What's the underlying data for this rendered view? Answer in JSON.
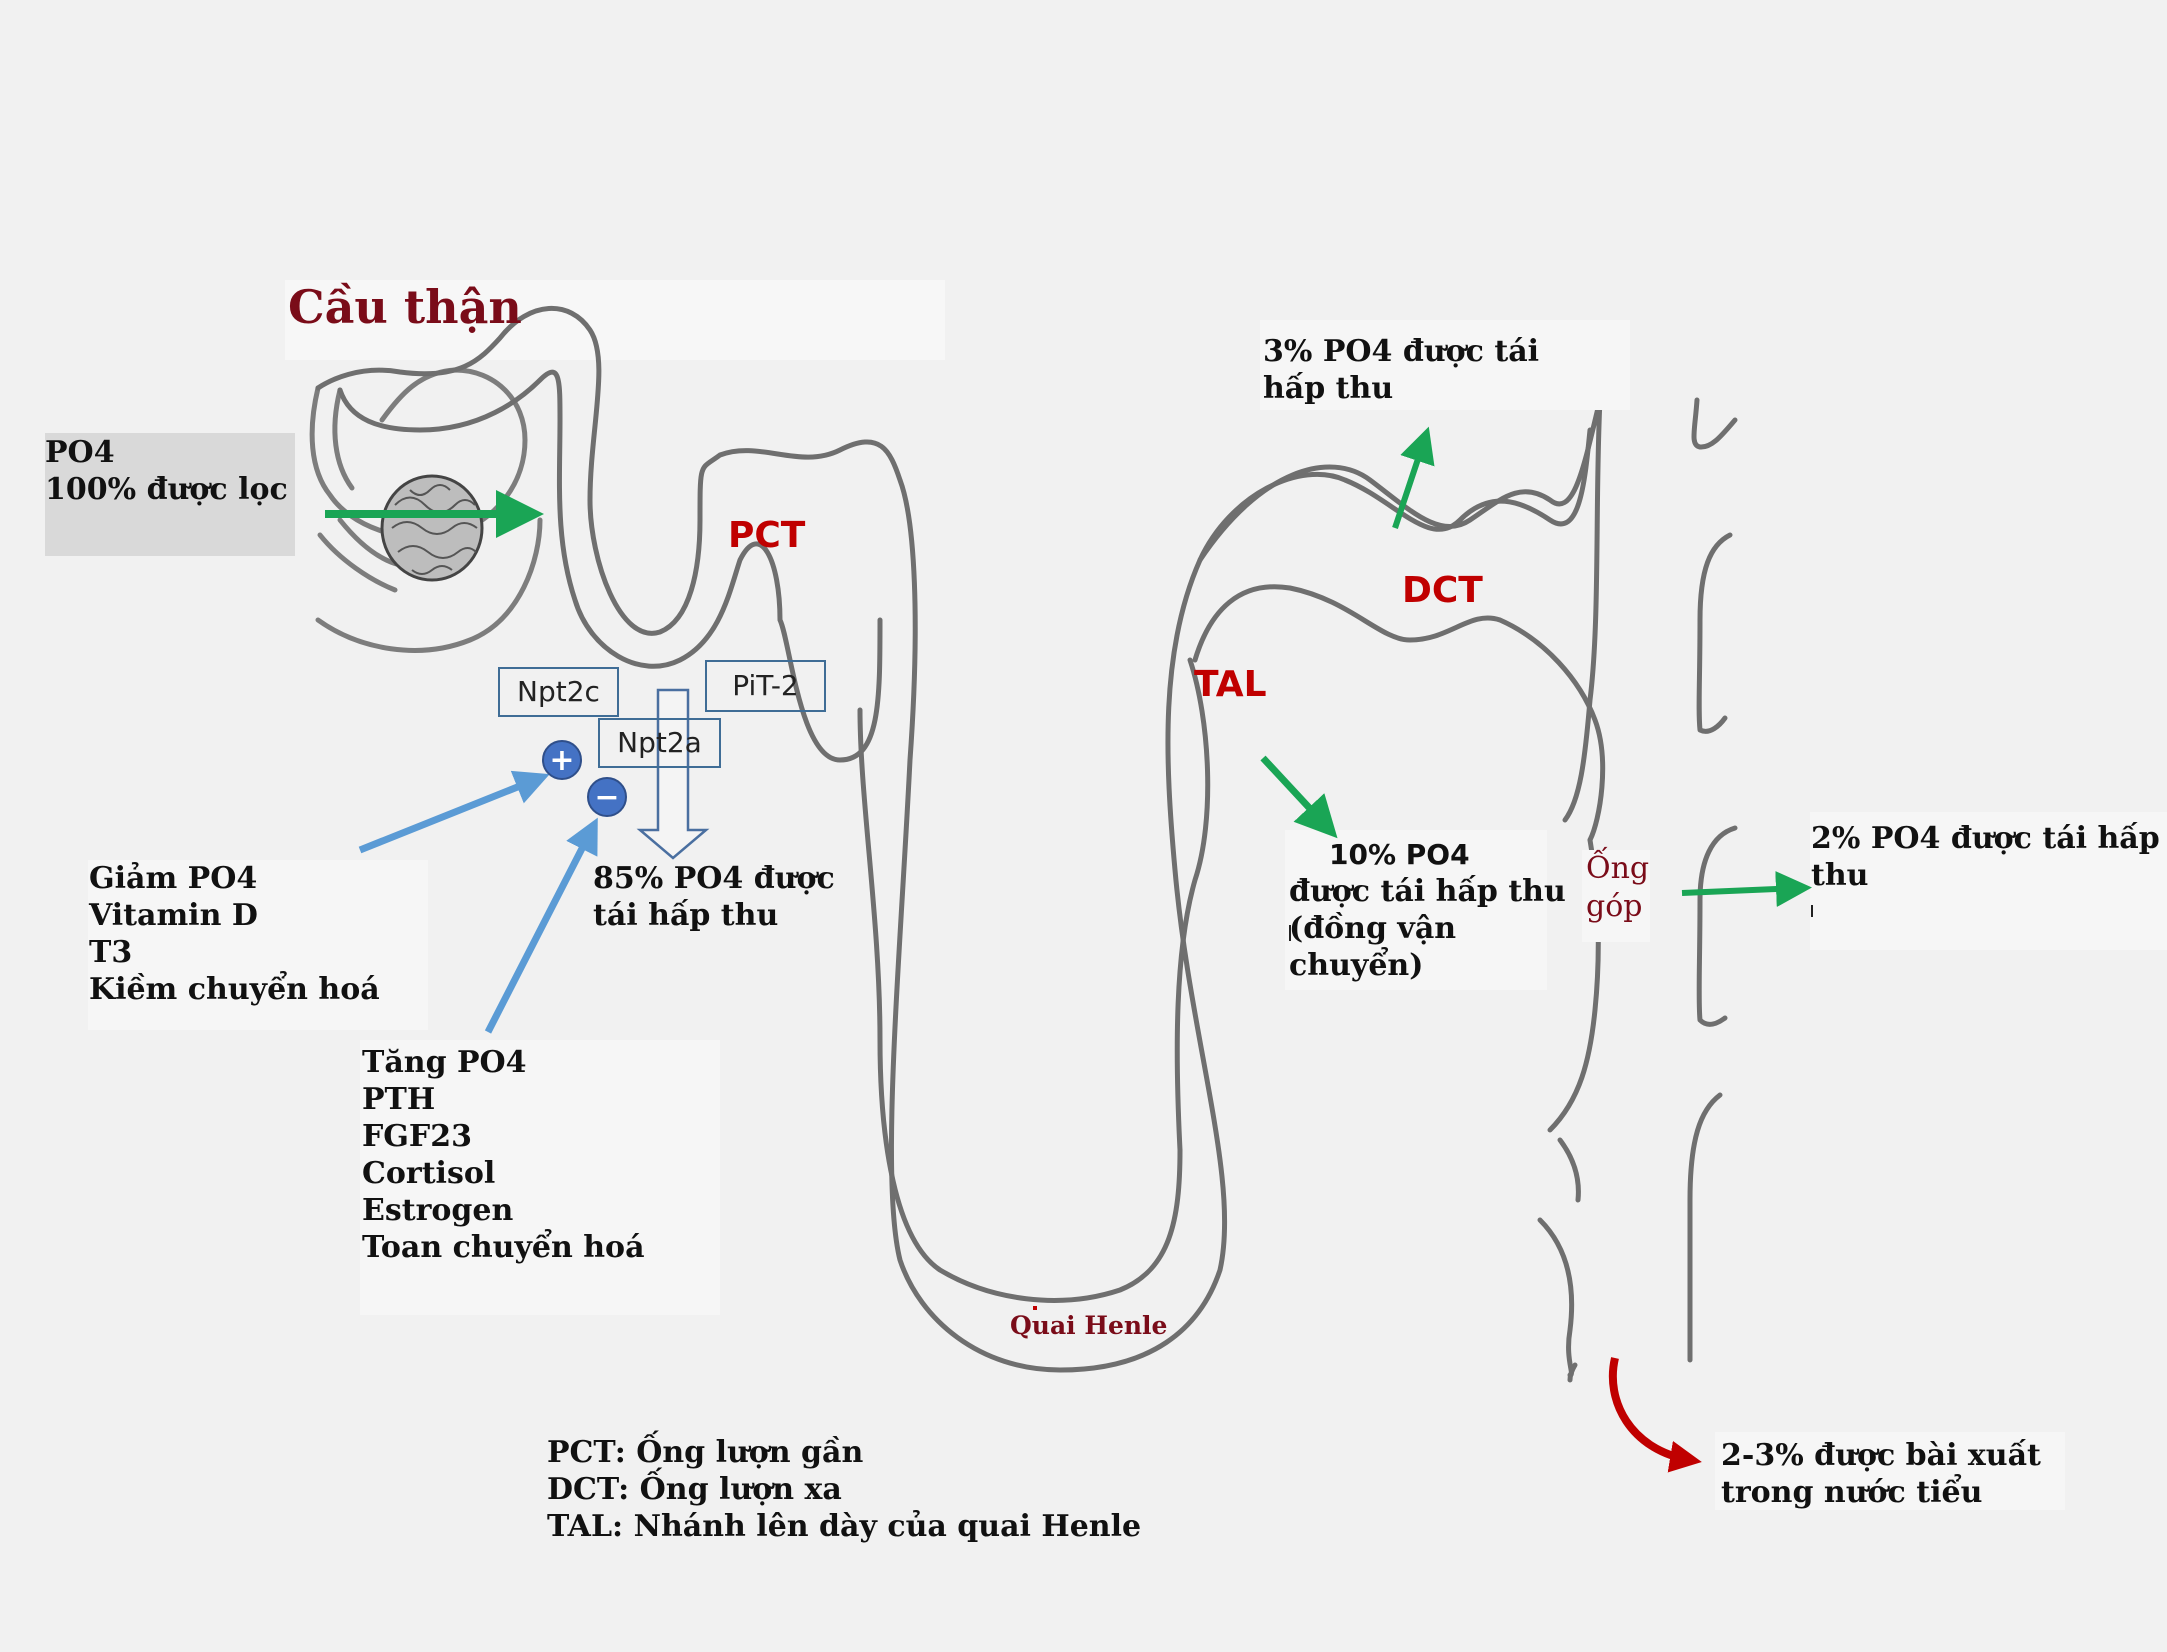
{
  "title": "Cầu thận",
  "filtered": {
    "line1": "PO4",
    "line2": "100% được lọc"
  },
  "segments": {
    "pct": "PCT",
    "dct": "DCT",
    "tal": "TAL",
    "loop": "Quai Henle",
    "collecting_line1": "Ống",
    "collecting_line2": "góp"
  },
  "transporters": {
    "npt2c": "Npt2c",
    "pit2": "PiT-2",
    "npt2a": "Npt2a"
  },
  "symbols": {
    "plus": "+",
    "minus": "−"
  },
  "pct_reabsorption": {
    "line1": "85% PO4 được",
    "line2": "tái hấp thu"
  },
  "increase_factors": [
    "Giảm PO4",
    "Vitamin D",
    "T3",
    "Kiềm chuyển hoá"
  ],
  "decrease_factors": [
    "Tăng PO4",
    "PTH",
    "FGF23",
    "Cortisol",
    "Estrogen",
    "Toan chuyển hoá"
  ],
  "dct_reabsorption": {
    "line1": "3% PO4 được tái",
    "line2": "hấp thu"
  },
  "tal_reabsorption": {
    "line1": "10% PO4",
    "line2": "được tái hấp thu",
    "line3": "(đồng vận",
    "line4": "chuyển)"
  },
  "collecting_reabsorption": {
    "line1": "2% PO4 được tái hấp",
    "line2": "thu"
  },
  "excretion": {
    "line1": "2-3% được bài xuất",
    "line2": "trong nước tiểu"
  },
  "legend": [
    "PCT: Ống lượn gần",
    "DCT: Ống lượn xa",
    "TAL: Nhánh lên dày của quai Henle"
  ],
  "colors": {
    "green_arrow": "#1aa555",
    "blue_arrow": "#5b9bd5",
    "red_arrow": "#c00000",
    "title": "#7a0c19",
    "segment_label": "#c00000",
    "transporter_border": "#3f6d96"
  },
  "icons": [
    "right-arrow-icon",
    "plus-icon",
    "minus-icon",
    "down-hollow-arrow-icon",
    "curved-arrow-icon"
  ]
}
